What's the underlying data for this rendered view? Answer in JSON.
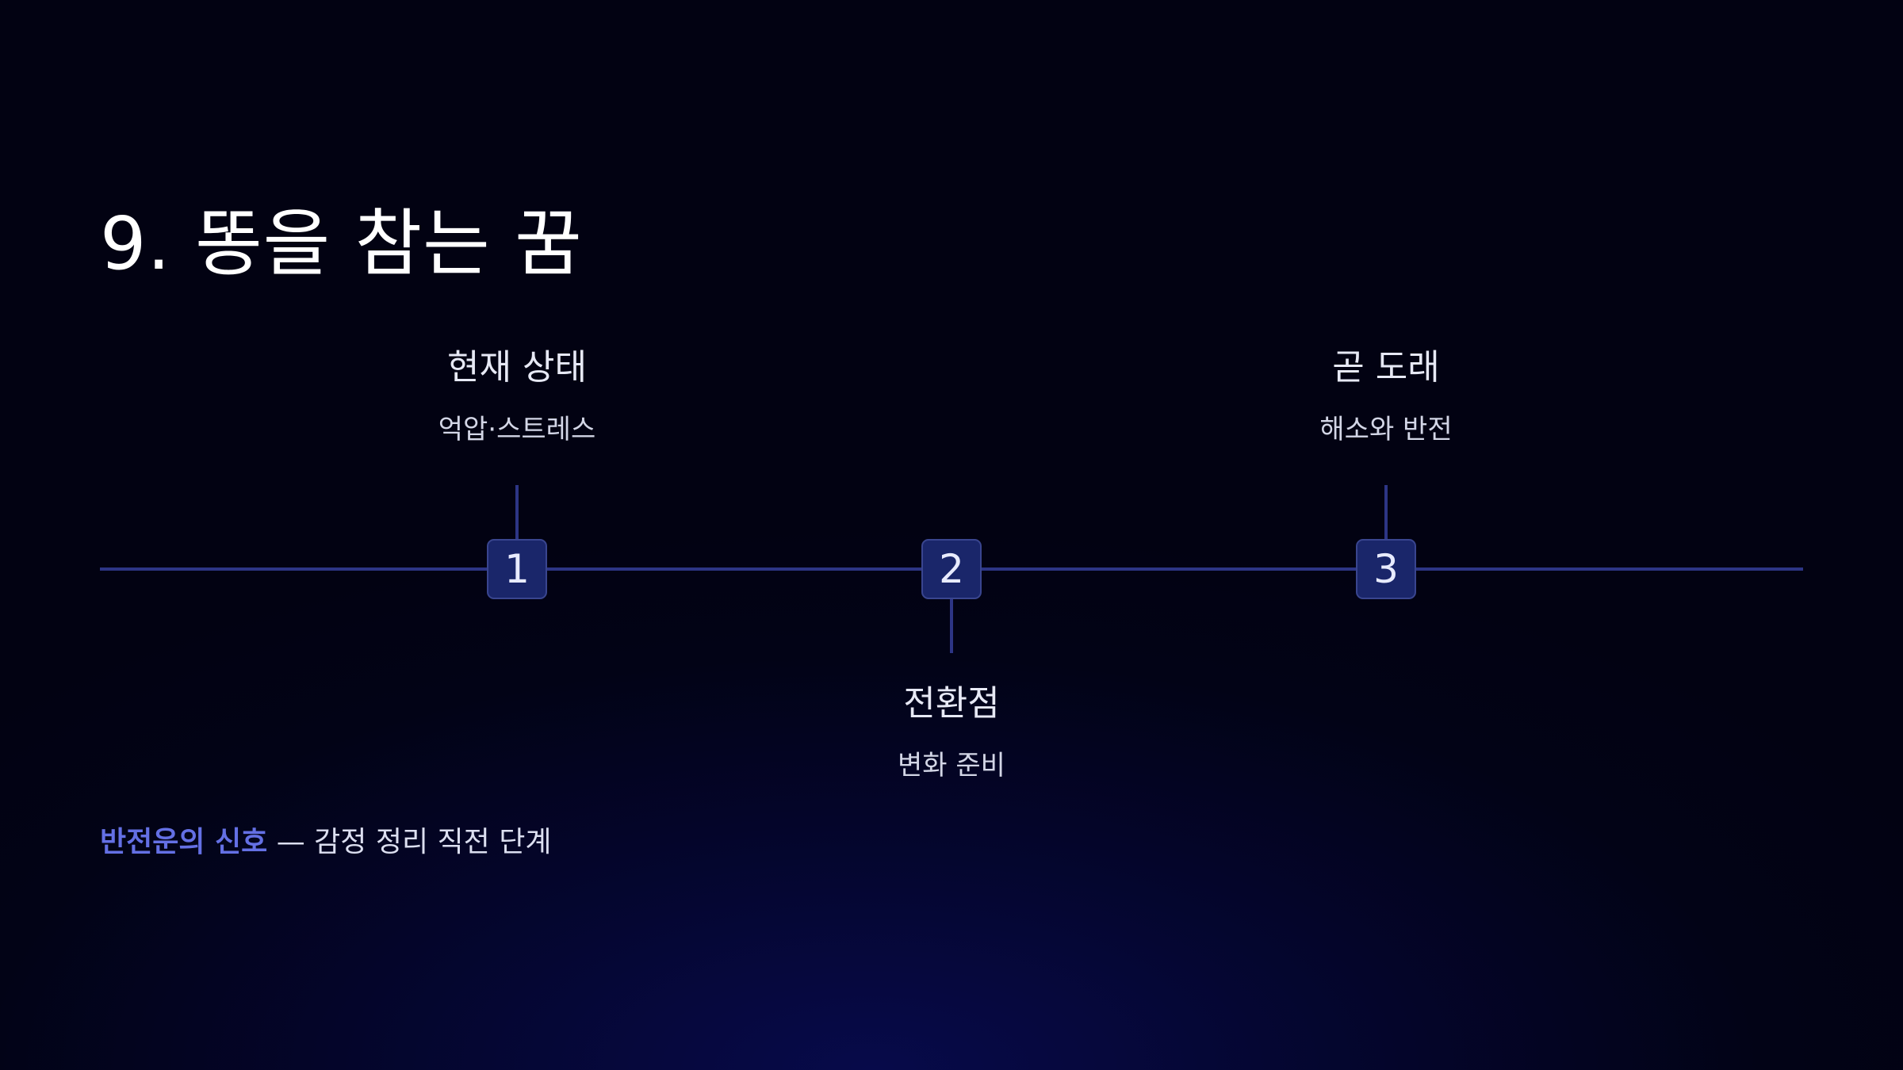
{
  "title": "9. 똥을 참는 꿈",
  "timeline": {
    "steps": [
      {
        "number": "1",
        "title": "현재 상태",
        "subtitle": "억압·스트레스"
      },
      {
        "number": "2",
        "title": "전환점",
        "subtitle": "변화 준비"
      },
      {
        "number": "3",
        "title": "곧 도래",
        "subtitle": "해소와 반전"
      }
    ]
  },
  "footer": {
    "highlight": "반전운의 신호",
    "text": " — 감정 정리 직전 단계"
  },
  "colors": {
    "background": "#020316",
    "line": "#2d3585",
    "node_fill": "#1a266a",
    "accent": "#6470e4"
  }
}
